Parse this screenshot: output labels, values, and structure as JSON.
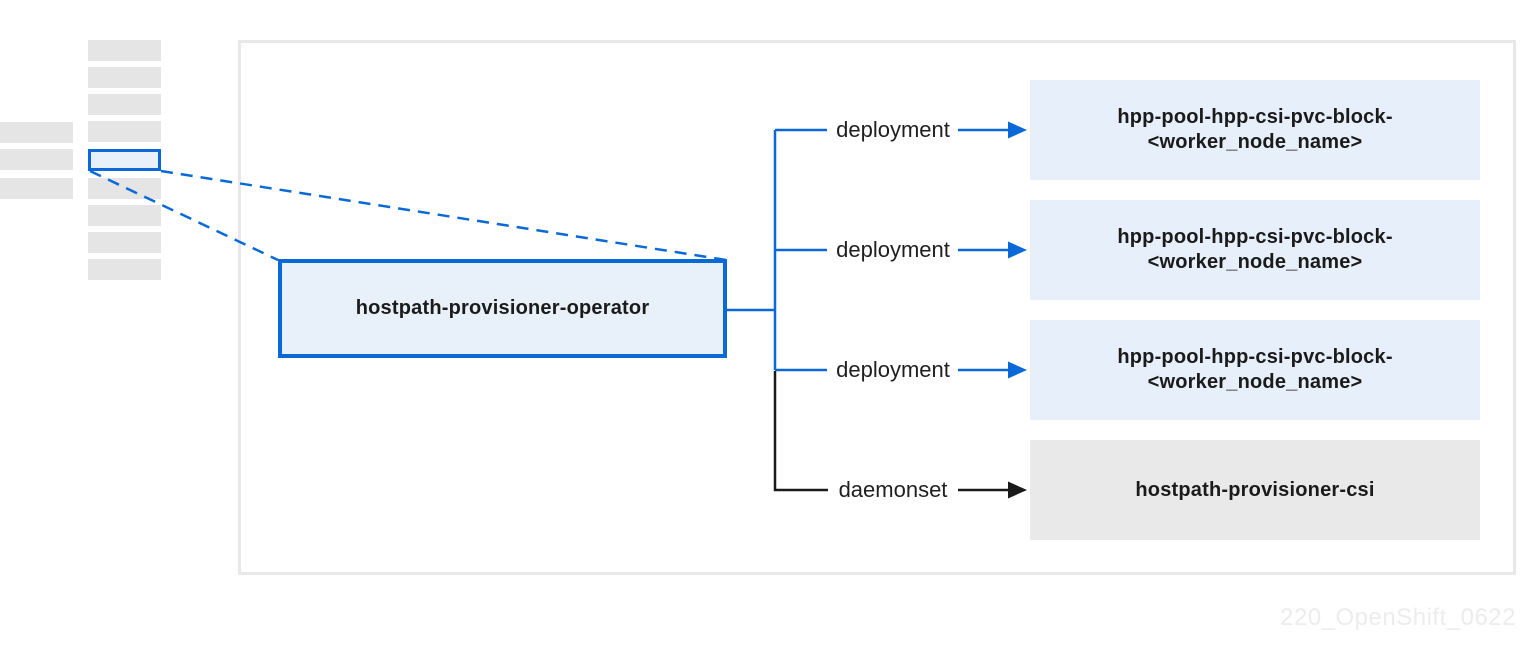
{
  "diagram": {
    "operator_label": "hostpath-provisioner-operator",
    "branches": [
      {
        "label": "deployment",
        "type": "deployment",
        "target": "hpp-pool-hpp-csi-pvc-block-<worker_node_name>"
      },
      {
        "label": "deployment",
        "type": "deployment",
        "target": "hpp-pool-hpp-csi-pvc-block-<worker_node_name>"
      },
      {
        "label": "deployment",
        "type": "deployment",
        "target": "hpp-pool-hpp-csi-pvc-block-<worker_node_name>"
      },
      {
        "label": "daemonset",
        "type": "daemonset",
        "target": "hostpath-provisioner-csi"
      }
    ],
    "watermark": "220_OpenShift_0622"
  },
  "colors": {
    "accent_blue": "#0a69d7",
    "light_blue_fill": "#e8f1fa",
    "target_blue_fill": "#e7effa",
    "target_gray_fill": "#e9e9e9",
    "placeholder_gray": "#e5e5e5",
    "container_border": "#e8e8e8",
    "black_line": "#1a1a1a",
    "watermark_gray": "#ececec"
  }
}
